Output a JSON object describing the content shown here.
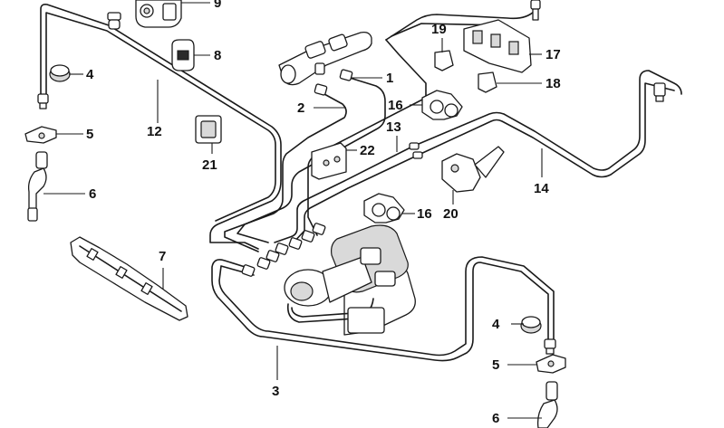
{
  "callouts": [
    {
      "id": "c1",
      "text": "1"
    },
    {
      "id": "c2",
      "text": "2"
    },
    {
      "id": "c3",
      "text": "3"
    },
    {
      "id": "c4a",
      "text": "4"
    },
    {
      "id": "c4b",
      "text": "4"
    },
    {
      "id": "c5a",
      "text": "5"
    },
    {
      "id": "c5b",
      "text": "5"
    },
    {
      "id": "c6a",
      "text": "6"
    },
    {
      "id": "c6b",
      "text": "6"
    },
    {
      "id": "c7",
      "text": "7"
    },
    {
      "id": "c8",
      "text": "8"
    },
    {
      "id": "c9",
      "text": "9"
    },
    {
      "id": "c12",
      "text": "12"
    },
    {
      "id": "c13",
      "text": "13"
    },
    {
      "id": "c14",
      "text": "14"
    },
    {
      "id": "c16a",
      "text": "16"
    },
    {
      "id": "c16b",
      "text": "16"
    },
    {
      "id": "c17",
      "text": "17"
    },
    {
      "id": "c18",
      "text": "18"
    },
    {
      "id": "c19",
      "text": "19"
    },
    {
      "id": "c20",
      "text": "20"
    },
    {
      "id": "c21",
      "text": "21"
    },
    {
      "id": "c22",
      "text": "22"
    }
  ]
}
